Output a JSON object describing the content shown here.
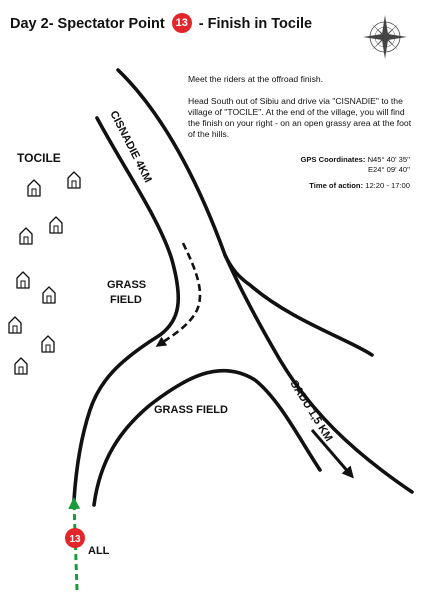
{
  "header": {
    "title_before": "Day 2- Spectator Point",
    "point_number": "13",
    "title_after": "- Finish in Tocile"
  },
  "info": {
    "intro": "Meet the riders at the offroad finish.",
    "directions": "Head South out of Sibiu and drive via \"CISNADIE\" to the village of \"TOCILE\". At the end of the village, you will find the finish on your right - on an open grassy area at the foot of the hills.",
    "gps_label": "GPS Coordinates:",
    "gps_north": "N45° 40' 35''",
    "gps_east": "E24° 09' 40''",
    "time_label": "Time of action:",
    "time_value": "12:20 - 17:00"
  },
  "map": {
    "village_label": "TOCILE",
    "grass_field_left_line1": "GRASS",
    "grass_field_left_line2": "FIELD",
    "grass_field_bottom": "GRASS FIELD",
    "road_cisnadie": "CISNADIE 4KM",
    "road_sadu": "SADU 1,5 KM",
    "start_point_number": "13",
    "start_label": "ALL"
  },
  "colors": {
    "marker_red": "#e3262b",
    "route_green": "#1a9b3a",
    "ink": "#111111"
  },
  "icons": [
    "compass-rose-icon",
    "house-icon",
    "route-arrow-icon"
  ]
}
